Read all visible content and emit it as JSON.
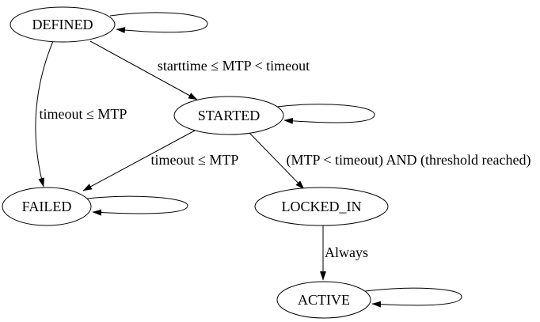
{
  "diagram": {
    "kind": "state-machine-graph",
    "background_color": "#ffffff",
    "line_color": "#000000",
    "text_color": "#000000",
    "nodes": [
      {
        "id": "DEFINED",
        "label": "DEFINED",
        "has_self_loop": true
      },
      {
        "id": "STARTED",
        "label": "STARTED",
        "has_self_loop": true
      },
      {
        "id": "FAILED",
        "label": "FAILED",
        "has_self_loop": true
      },
      {
        "id": "LOCKED_IN",
        "label": "LOCKED_IN",
        "has_self_loop": false
      },
      {
        "id": "ACTIVE",
        "label": "ACTIVE",
        "has_self_loop": true
      }
    ],
    "edges": [
      {
        "from": "DEFINED",
        "to": "STARTED",
        "label": "starttime ≤ MTP < timeout"
      },
      {
        "from": "DEFINED",
        "to": "FAILED",
        "label": "timeout ≤ MTP"
      },
      {
        "from": "STARTED",
        "to": "FAILED",
        "label": "timeout ≤ MTP"
      },
      {
        "from": "STARTED",
        "to": "LOCKED_IN",
        "label": "(MTP < timeout) AND (threshold reached)"
      },
      {
        "from": "LOCKED_IN",
        "to": "ACTIVE",
        "label": "Always"
      },
      {
        "from": "DEFINED",
        "to": "DEFINED",
        "label": ""
      },
      {
        "from": "STARTED",
        "to": "STARTED",
        "label": ""
      },
      {
        "from": "FAILED",
        "to": "FAILED",
        "label": ""
      },
      {
        "from": "ACTIVE",
        "to": "ACTIVE",
        "label": ""
      }
    ]
  }
}
